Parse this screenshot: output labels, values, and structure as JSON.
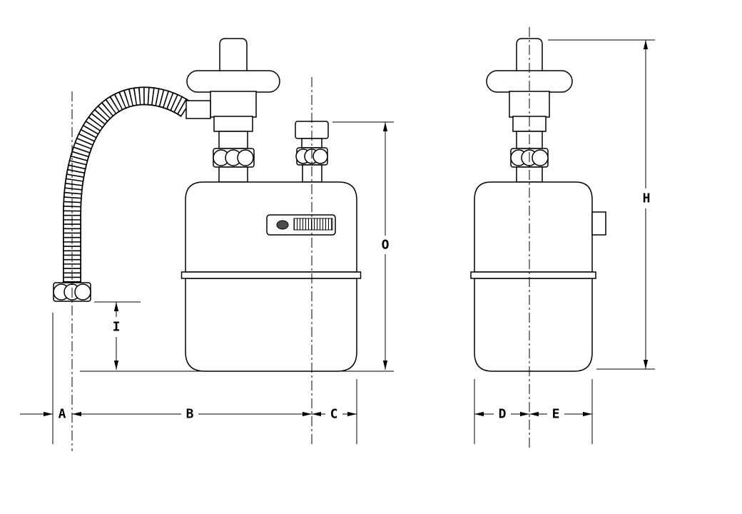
{
  "labels": {
    "A": "A",
    "B": "B",
    "C": "C",
    "D": "D",
    "E": "E",
    "H": "H",
    "I": "I",
    "O": "O"
  },
  "colors": {
    "background": "#ffffff",
    "line": "#000000",
    "register_dot": "#4d4d4d"
  }
}
